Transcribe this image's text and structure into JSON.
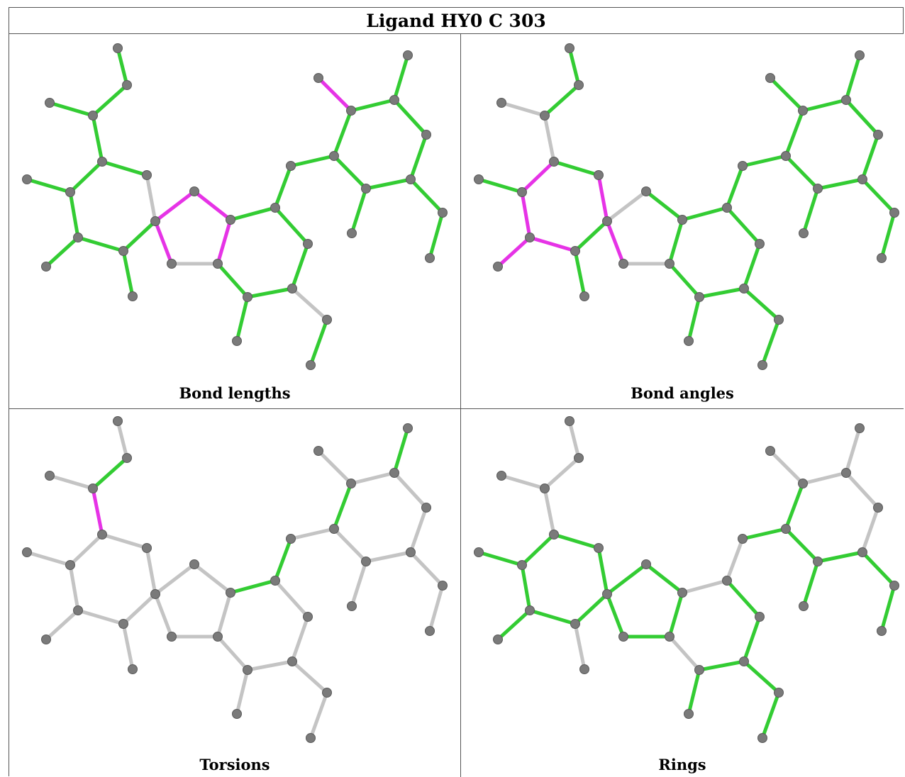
{
  "title": "Ligand HY0 C 303",
  "colors": {
    "green": "#33cc33",
    "magenta": "#e633e6",
    "grey": "#c4c4c4",
    "atom": "#7a7a7a"
  },
  "panels": [
    {
      "caption": "Bond lengths",
      "bond_colors": [
        "green",
        "green",
        "green",
        "green",
        "green",
        "green",
        "grey",
        "magenta",
        "magenta",
        "magenta",
        "grey",
        "magenta",
        "green",
        "green",
        "green",
        "green",
        "green",
        "green",
        "green",
        "green",
        "green",
        "green",
        "green",
        "green",
        "grey",
        "green",
        "green",
        "green",
        "magenta",
        "green",
        "green",
        "green",
        "green"
      ]
    },
    {
      "caption": "Bond angles",
      "bond_colors": [
        "green",
        "green",
        "grey",
        "grey",
        "green",
        "magenta",
        "magenta",
        "grey",
        "green",
        "green",
        "grey",
        "magenta",
        "magenta",
        "magenta",
        "magenta",
        "green",
        "green",
        "green",
        "green",
        "green",
        "green",
        "green",
        "green",
        "green",
        "green",
        "green",
        "green",
        "green",
        "green",
        "green",
        "green",
        "green",
        "green"
      ]
    },
    {
      "caption": "Torsions",
      "bond_colors": [
        "grey",
        "green",
        "grey",
        "magenta",
        "grey",
        "grey",
        "grey",
        "grey",
        "grey",
        "grey",
        "grey",
        "grey",
        "grey",
        "grey",
        "grey",
        "grey",
        "grey",
        "grey",
        "grey",
        "grey",
        "green",
        "green",
        "grey",
        "grey",
        "grey",
        "grey",
        "grey",
        "green",
        "grey",
        "grey",
        "green",
        "grey",
        "grey"
      ]
    },
    {
      "caption": "Rings",
      "bond_colors": [
        "grey",
        "grey",
        "grey",
        "grey",
        "green",
        "green",
        "green",
        "green",
        "green",
        "green",
        "green",
        "green",
        "green",
        "green",
        "green",
        "green",
        "grey",
        "grey",
        "green",
        "green",
        "grey",
        "grey",
        "green",
        "green",
        "green",
        "green",
        "green",
        "green",
        "grey",
        "grey",
        "grey",
        "grey",
        "grey"
      ]
    }
  ]
}
